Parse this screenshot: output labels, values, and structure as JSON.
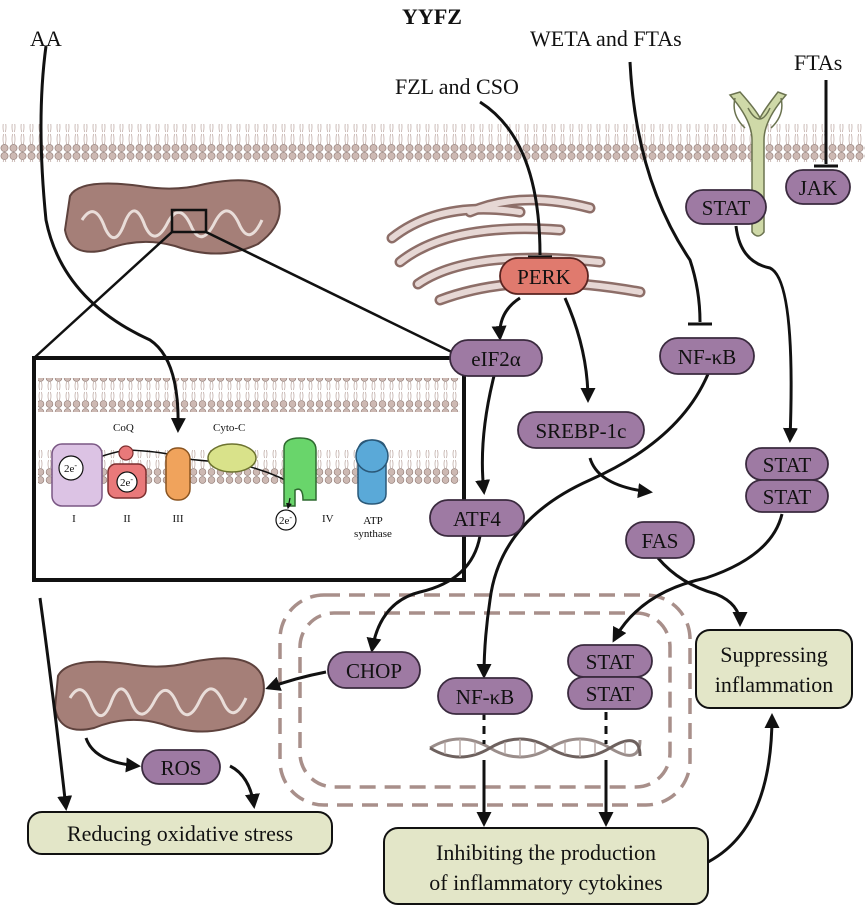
{
  "title": "YYFZ",
  "inputs": {
    "aa": "AA",
    "fzl_cso": "FZL and CSO",
    "weta_ftas": "WETA and FTAs",
    "ftas": "FTAs"
  },
  "nodes": {
    "perk": "PERK",
    "eif2a": "eIF2α",
    "srebp": "SREBP-1c",
    "atf4": "ATF4",
    "fas": "FAS",
    "nfkb_top": "NF-κB",
    "nfkb_nuc": "NF-κB",
    "chop": "CHOP",
    "ros": "ROS",
    "stat_mem": "STAT",
    "jak": "JAK",
    "stat_dimer_top": "STAT",
    "stat_dimer_bottom": "STAT",
    "stat_nuc_top": "STAT",
    "stat_nuc_bottom": "STAT"
  },
  "etc": {
    "coq": "CoQ",
    "cytoc": "Cyto-C",
    "complex_1": "I",
    "complex_2": "II",
    "complex_3": "III",
    "complex_4": "IV",
    "atp_line1": "ATP",
    "atp_line2": "synthase",
    "electron": "2e",
    "electron_sup": "-"
  },
  "outcomes": {
    "oxidative": "Reducing oxidative stress",
    "cytokines_line1": "Inhibiting the production",
    "cytokines_line2": "of inflammatory cytokines",
    "inflammation_line1": "Suppressing",
    "inflammation_line2": "inflammation"
  },
  "colors": {
    "pathway_node": "#9e7aa3",
    "perk_node": "#e07a6e",
    "outcome_box": "#e3e6c8",
    "membrane": "#c9b3ad",
    "mitochondria": "#a57f78",
    "er": "#d7c3bf",
    "receptor": "#cfd9a8"
  }
}
